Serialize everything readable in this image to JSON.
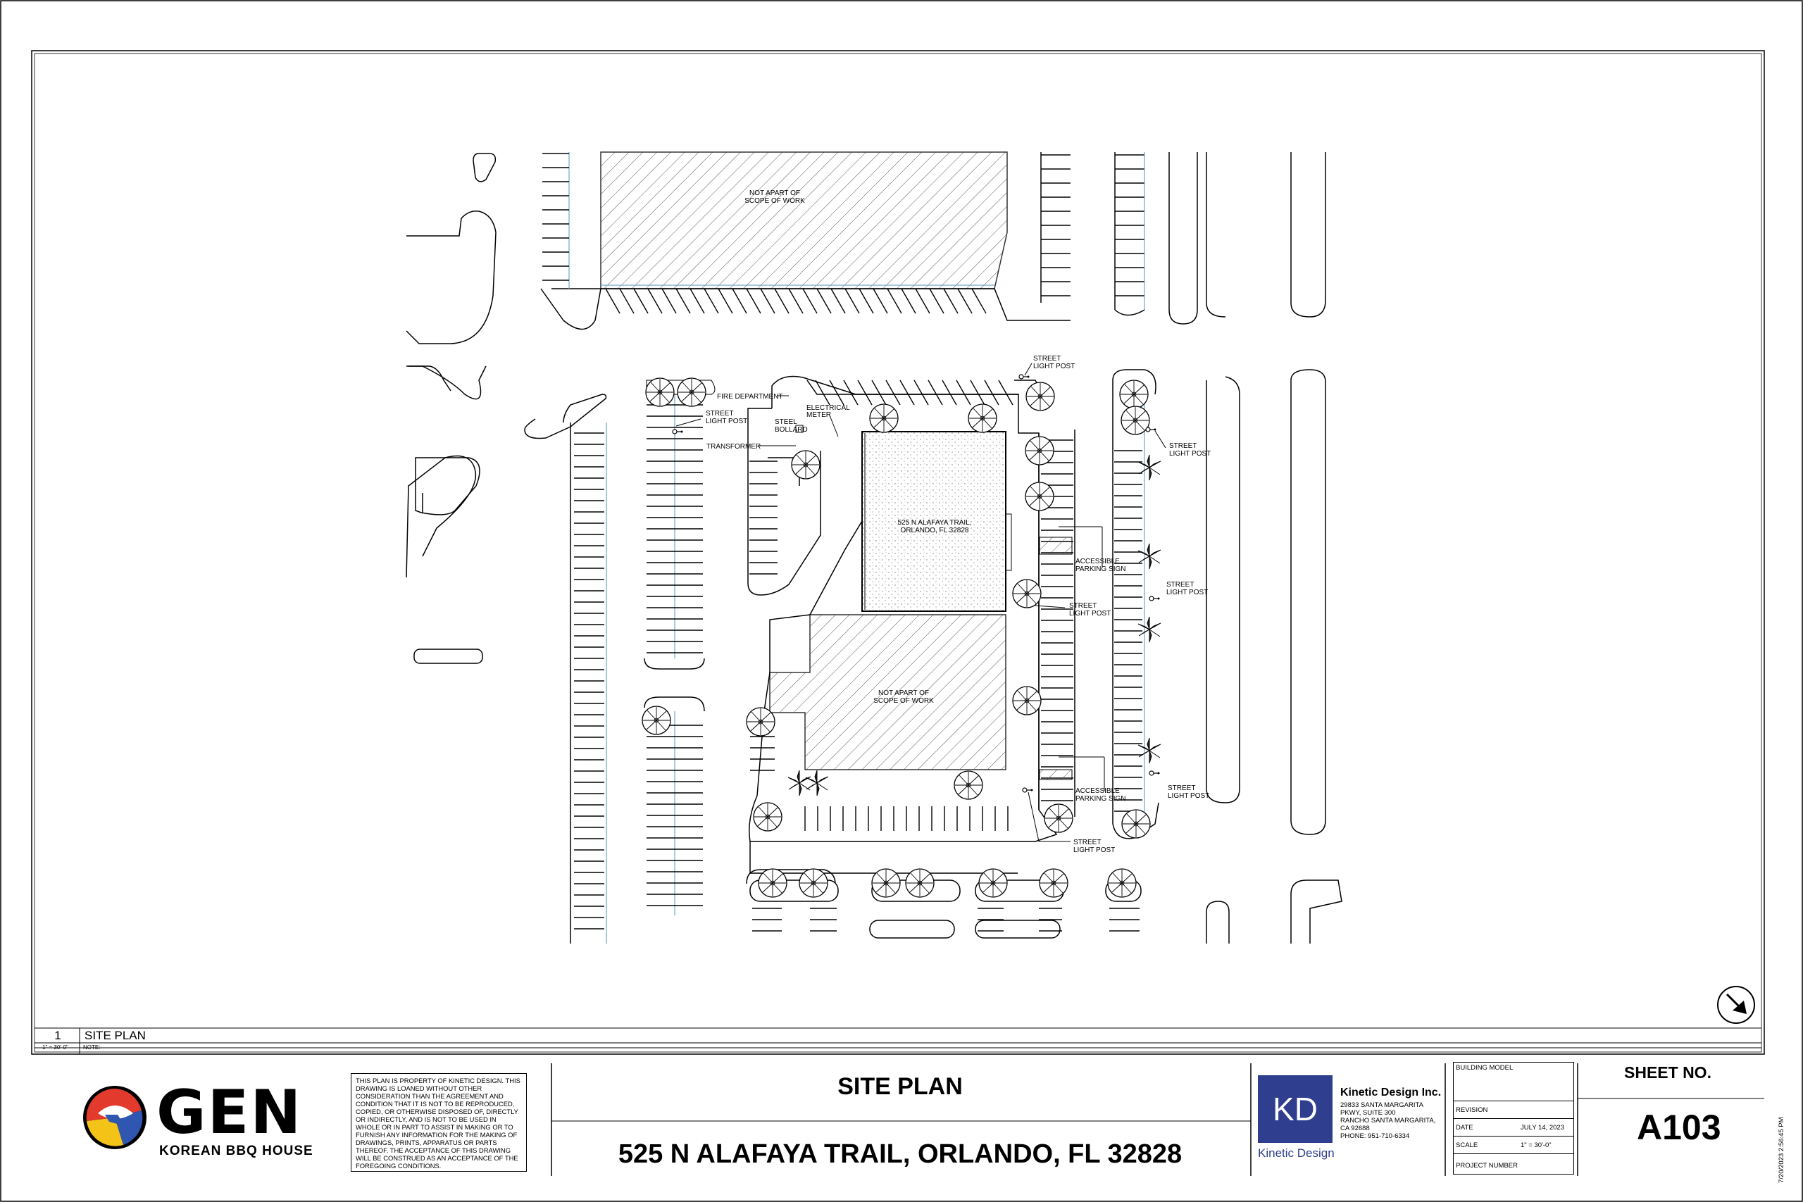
{
  "drawing": {
    "view_number": "1",
    "view_title": "SITE PLAN",
    "scale_note": "1\" = 30'-0\"",
    "note_label": "NOTE:"
  },
  "plan_labels": {
    "scope_top": [
      "NOT APART OF",
      "SCOPE OF WORK"
    ],
    "scope_bottom": [
      "NOT APART OF",
      "SCOPE OF WORK"
    ],
    "building_address": [
      "525 N ALAFAYA TRAIL,",
      "ORLANDO, FL 32828"
    ],
    "fire_department": "FIRE DEPARTMENT",
    "electrical_meter": [
      "ELECTRICAL",
      "METER"
    ],
    "steel_bollard": [
      "STEEL",
      "BOLLARD"
    ],
    "transformer": "TRANSFORMER",
    "street_light_post": [
      "STREET",
      "LIGHT POST"
    ],
    "accessible_parking_sign": [
      "ACCESSIBLE",
      "PARKING SIGN"
    ]
  },
  "logo": {
    "name": "GEN",
    "tagline": "KOREAN BBQ HOUSE",
    "colors": [
      "#e23b2e",
      "#f3c318",
      "#2f56b0",
      "#000000"
    ]
  },
  "disclaimer": "THIS PLAN IS PROPERTY OF KINETIC DESIGN. THIS DRAWING IS LOANED WITHOUT OTHER CONSIDERATION THAN THE AGREEMENT AND CONDITION THAT IT IS NOT TO BE REPRODUCED, COPIED, OR OTHERWISE DISPOSED OF, DIRECTLY OR INDIRECTLY, AND IS NOT TO BE USED IN WHOLE OR IN PART TO ASSIST IN MAKING OR TO FURNISH ANY INFORMATION FOR THE MAKING OF DRAWINGS, PRINTS, APPARATUS OR PARTS THEREOF. THE ACCEPTANCE OF THIS DRAWING WILL BE CONSTRUED AS AN ACCEPTANCE OF THE FOREGOING CONDITIONS.",
  "title_block": {
    "title": "SITE PLAN",
    "address": "525 N ALAFAYA TRAIL, ORLANDO, FL 32828"
  },
  "firm": {
    "initials": "KD",
    "caption": "Kinetic Design",
    "name": "Kinetic Design Inc.",
    "address_lines": [
      "29833 SANTA MARGARITA",
      "PKWY, SUITE 300",
      "RANCHO SANTA MARGARITA,",
      "CA  92688",
      "PHONE: 951-710-6334"
    ],
    "brand_color": "#2f3e8f"
  },
  "project": {
    "building_model_label": "BUILDING MODEL",
    "revision_label": "REVISION",
    "date_label": "DATE",
    "date_value": "JULY 14, 2023",
    "scale_label": "SCALE",
    "scale_value": "1\" = 30'-0\"",
    "project_number_label": "PROJECT NUMBER"
  },
  "sheet": {
    "label": "SHEET NO.",
    "number": "A103"
  },
  "print_stamp": "7/20/2023 2:56:45 PM",
  "icons": [
    "north-arrow-icon",
    "tree-icon",
    "palm-icon",
    "light-post-icon"
  ]
}
